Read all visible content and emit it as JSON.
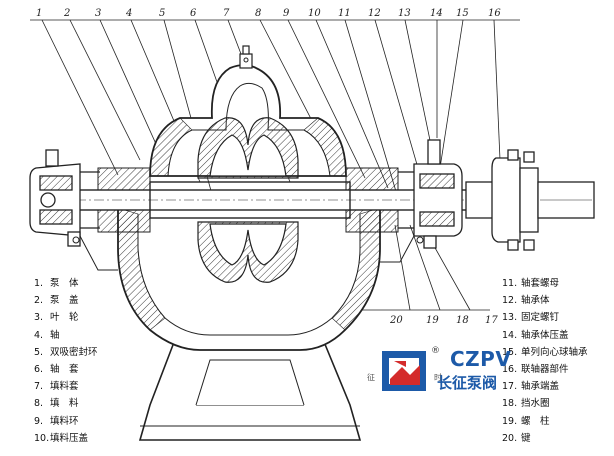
{
  "callout_numbers_top": [
    "1",
    "2",
    "3",
    "4",
    "5",
    "6",
    "7",
    "8",
    "9",
    "10",
    "11",
    "12",
    "13",
    "14",
    "15",
    "16"
  ],
  "callout_numbers_bottom": [
    "20",
    "19",
    "18",
    "17"
  ],
  "legend_left": [
    {
      "num": "1.",
      "label": "泵　体"
    },
    {
      "num": "2.",
      "label": "泵　盖"
    },
    {
      "num": "3.",
      "label": "叶　轮"
    },
    {
      "num": "4.",
      "label": "轴"
    },
    {
      "num": "5.",
      "label": "双吸密封环"
    },
    {
      "num": "6.",
      "label": "轴　套"
    },
    {
      "num": "7.",
      "label": "填料套"
    },
    {
      "num": "8.",
      "label": "填　料"
    },
    {
      "num": "9.",
      "label": "填料环"
    },
    {
      "num": "10.",
      "label": "填料压盖"
    }
  ],
  "legend_right": [
    {
      "num": "11.",
      "label": "轴套螺母"
    },
    {
      "num": "12.",
      "label": "轴承体"
    },
    {
      "num": "13.",
      "label": "固定螺钉"
    },
    {
      "num": "14.",
      "label": "轴承体压盖"
    },
    {
      "num": "15.",
      "label": "单列向心球轴承"
    },
    {
      "num": "16.",
      "label": "联轴器部件"
    },
    {
      "num": "17.",
      "label": "轴承端盖"
    },
    {
      "num": "18.",
      "label": "挡水圈"
    },
    {
      "num": "19.",
      "label": "螺　柱"
    },
    {
      "num": "20.",
      "label": "键"
    }
  ],
  "logo": {
    "registered": "®",
    "brand_en": "CZPV",
    "brand_cn": "长征泵阀",
    "colors": {
      "blue": "#1d5aa8",
      "red": "#d42b2b"
    }
  },
  "watermark_left": "征",
  "watermark_right": "时"
}
